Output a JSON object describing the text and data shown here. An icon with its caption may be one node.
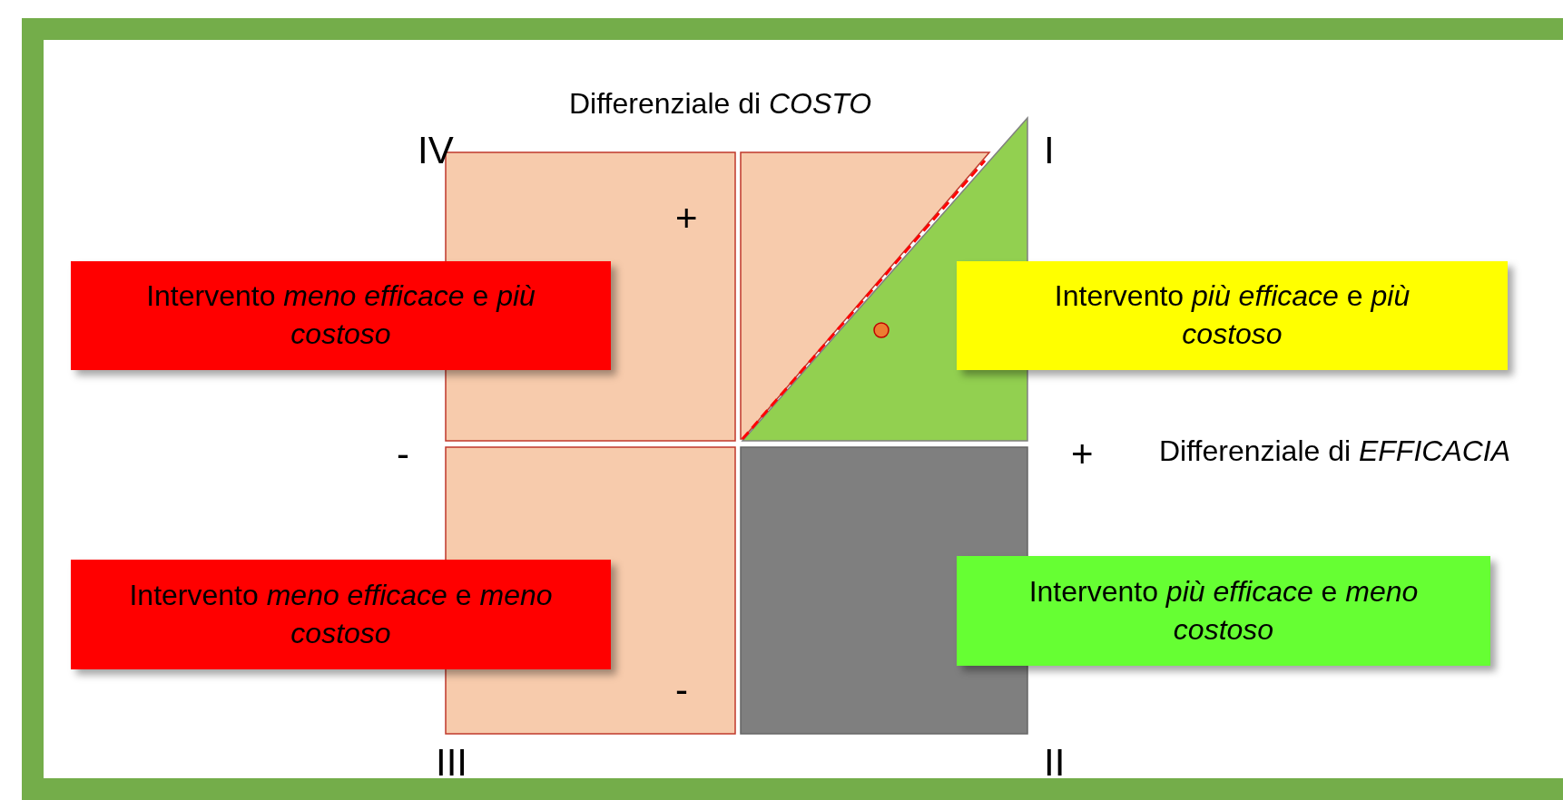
{
  "diagram": {
    "nodes": [
      {
        "text": [
          "Intervento *meno efficace* e *più costoso*"
        ]
      },
      {
        "text": [
          "Intervento *più efficace* e *più costoso*"
        ]
      },
      {
        "text": [
          "Intervento *meno efficace* e *meno costoso*"
        ]
      },
      {
        "text": [
          "Intervento *più efficace* e *meno costoso*"
        ]
      }
    ],
    "edges": [],
    "labels": [
      "Differenziale di *COSTO*",
      "IV",
      "I",
      "+",
      "-",
      "+",
      "Differenziale di *EFFICACIA*",
      "-",
      "III",
      "II"
    ]
  }
}
